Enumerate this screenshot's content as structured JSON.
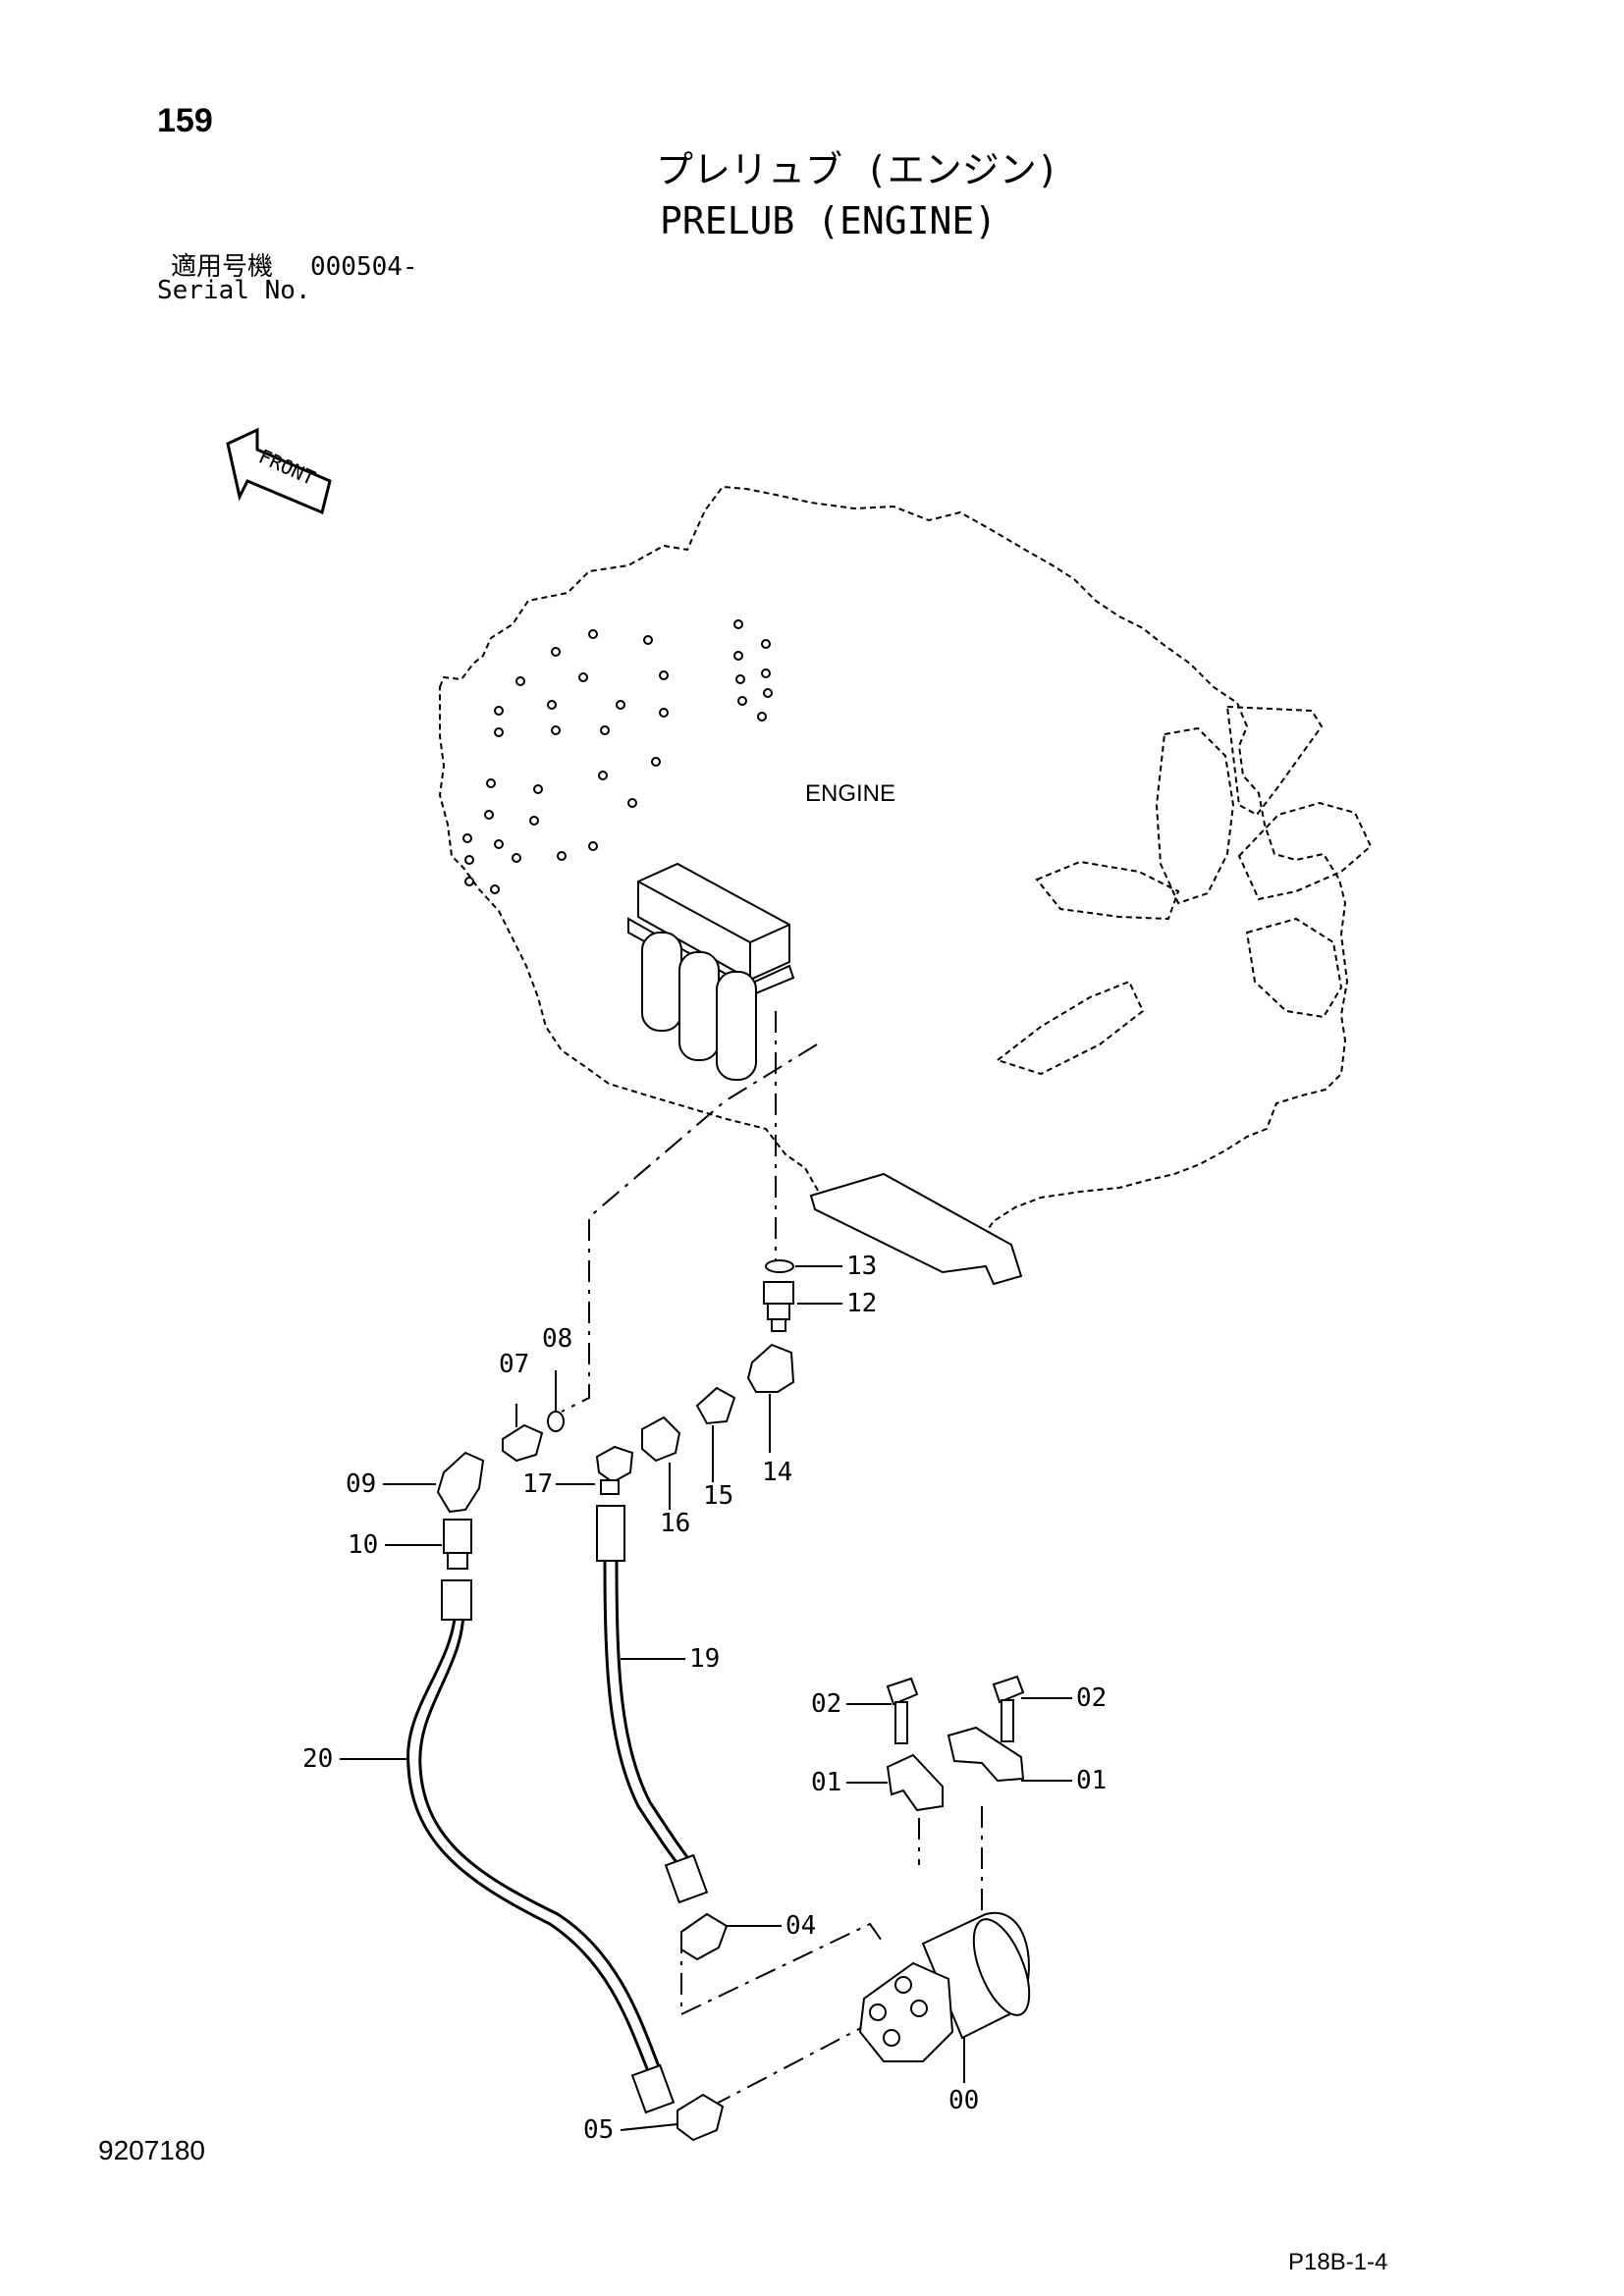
{
  "page_number": "159",
  "title_jp": "プレリュブ (エンジン)",
  "title_en": "PRELUB (ENGINE)",
  "serial": {
    "label_jp": "適用号機",
    "range": "000504-",
    "label_en": "Serial No."
  },
  "front_label": "FRONT",
  "engine_label": "ENGINE",
  "callouts": [
    {
      "id": "c13",
      "label": "13"
    },
    {
      "id": "c12",
      "label": "12"
    },
    {
      "id": "c07",
      "label": "07"
    },
    {
      "id": "c08",
      "label": "08"
    },
    {
      "id": "c14",
      "label": "14"
    },
    {
      "id": "c09",
      "label": "09"
    },
    {
      "id": "c17",
      "label": "17"
    },
    {
      "id": "c15",
      "label": "15"
    },
    {
      "id": "c16",
      "label": "16"
    },
    {
      "id": "c10",
      "label": "10"
    },
    {
      "id": "c19",
      "label": "19"
    },
    {
      "id": "c02a",
      "label": "02"
    },
    {
      "id": "c02b",
      "label": "02"
    },
    {
      "id": "c20",
      "label": "20"
    },
    {
      "id": "c01a",
      "label": "01"
    },
    {
      "id": "c01b",
      "label": "01"
    },
    {
      "id": "c04",
      "label": "04"
    },
    {
      "id": "c00",
      "label": "00"
    },
    {
      "id": "c05",
      "label": "05"
    }
  ],
  "footer_left": "9207180",
  "footer_right": "P18B-1-4"
}
